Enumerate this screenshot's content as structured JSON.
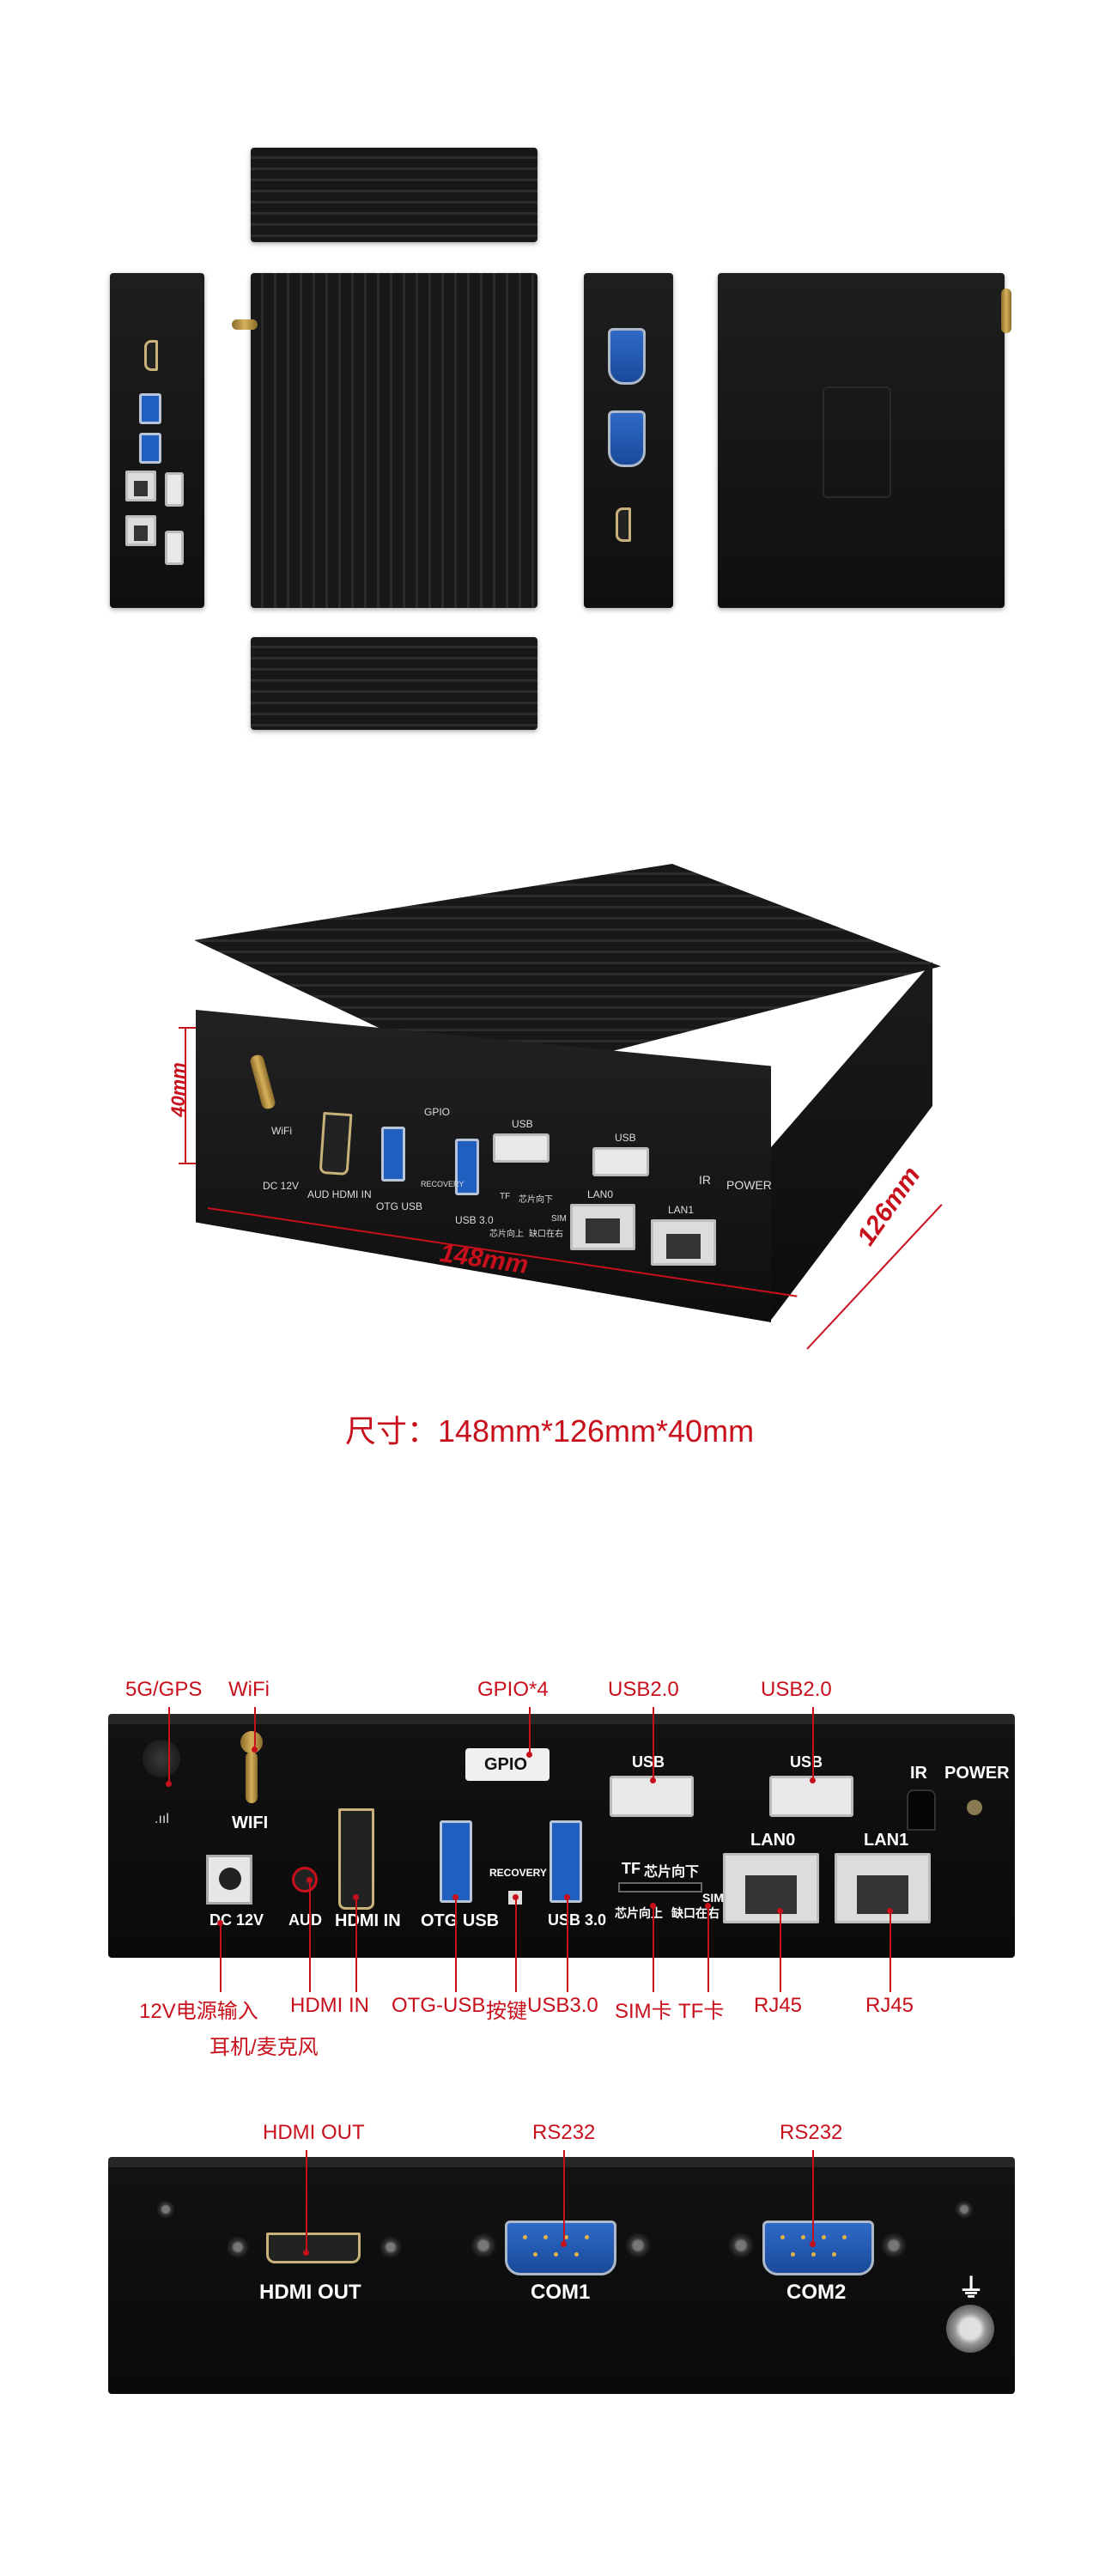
{
  "views": {
    "top": "",
    "left": "",
    "center": "",
    "right": "",
    "back": "",
    "bottom": ""
  },
  "dimensions": {
    "length": "148mm",
    "depth": "126mm",
    "height": "40mm",
    "caption": "尺寸：148mm*126mm*40mm"
  },
  "iso_labels": {
    "wifi": "WiFi",
    "dc": "DC 12V",
    "aud_hdmi_in": "AUD HDMI IN",
    "otg_usb": "OTG USB",
    "recovery": "RECOVERY",
    "usb3": "USB 3.0",
    "gpio": "GPIO",
    "usb_a": "USB",
    "usb_b": "USB",
    "lan0": "LAN0",
    "lan1": "LAN1",
    "ir": "IR",
    "power": "POWER",
    "tf": "TF",
    "sim": "SIM",
    "chip_down": "芯片向下",
    "chip_up": "芯片向上",
    "notch": "缺口在右"
  },
  "front_panel": {
    "top_callouts": [
      "5G/GPS",
      "WiFi",
      "GPIO*4",
      "USB2.0",
      "USB2.0"
    ],
    "bottom_callouts": [
      "12V电源输入",
      "HDMI IN",
      "OTG-USB",
      "按键",
      "USB3.0",
      "SIM卡",
      "TF卡",
      "RJ45",
      "RJ45"
    ],
    "second_row": "耳机/麦克风",
    "labels": {
      "wifi": "WIFI",
      "dc": "DC 12V",
      "aud": "AUD",
      "hdmi_in": "HDMI IN",
      "otg": "OTG USB",
      "recovery": "RECOVERY",
      "usb3": "USB 3.0",
      "gpio": "GPIO",
      "usb_a": "USB",
      "usb_b": "USB",
      "lan0": "LAN0",
      "lan1": "LAN1",
      "ir": "IR",
      "power": "POWER",
      "tf": "TF",
      "sim": "SIM",
      "chip_down": "芯片向下",
      "chip_up": "芯片向上",
      "notch": "缺口在右",
      "signal": ".ııl"
    }
  },
  "rear_panel": {
    "top_callouts": [
      "HDMI OUT",
      "RS232",
      "RS232"
    ],
    "labels": {
      "hdmi_out": "HDMI OUT",
      "com1": "COM1",
      "com2": "COM2",
      "ground": "⏚"
    }
  },
  "colors": {
    "accent_red": "#c8101c",
    "case": "#141414",
    "usb3_blue": "#1f5fbf"
  }
}
